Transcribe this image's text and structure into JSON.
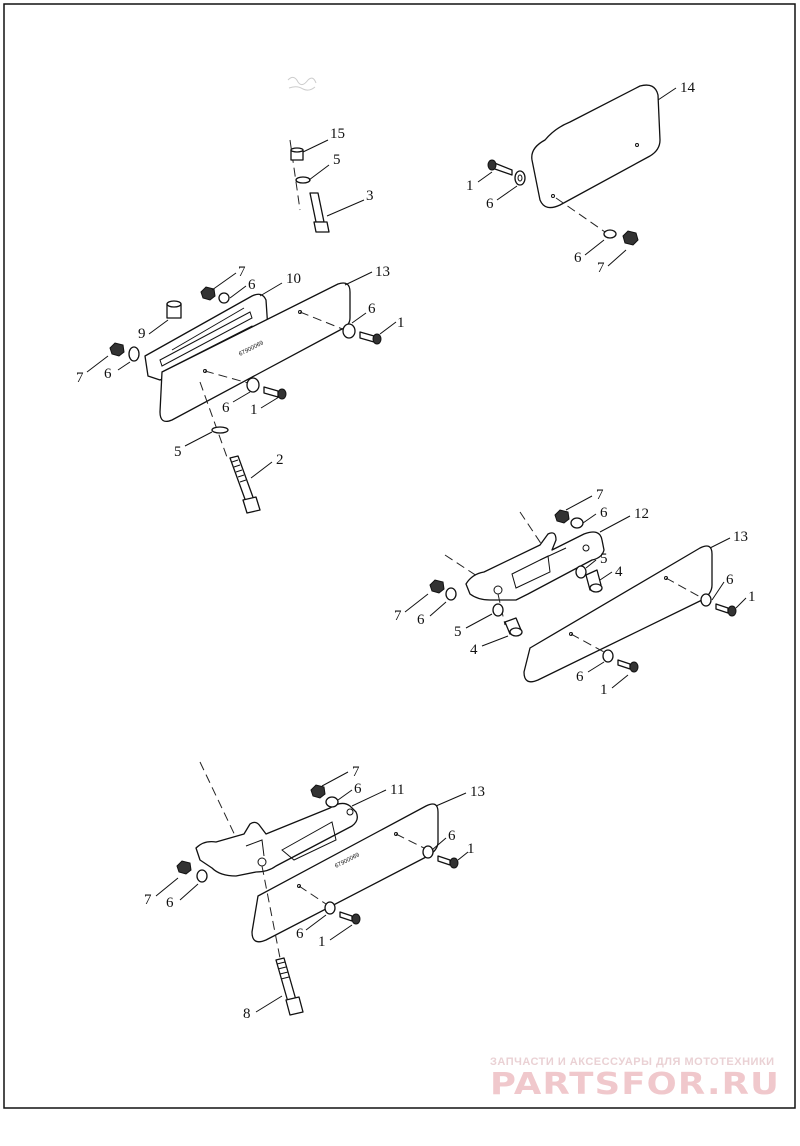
{
  "callouts": {
    "a": {
      "c15": "15",
      "c5": "5",
      "c3": "3"
    },
    "b": {
      "c14": "14",
      "c1": "1",
      "c6a": "6",
      "c6b": "6",
      "c7": "7"
    },
    "c": {
      "c7a": "7",
      "c6a": "6",
      "c10": "10",
      "c13": "13",
      "c6b": "6",
      "c1a": "1",
      "c9": "9",
      "c7b": "7",
      "c6c": "6",
      "c6d": "6",
      "c1b": "1",
      "c5": "5",
      "c2": "2",
      "stamp": "67900069"
    },
    "d": {
      "c7a": "7",
      "c6a": "6",
      "c12": "12",
      "c13": "13",
      "c5a": "5",
      "c4a": "4",
      "c6b": "6",
      "c1a": "1",
      "c7b": "7",
      "c6c": "6",
      "c5b": "5",
      "c4b": "4",
      "c6d": "6",
      "c1b": "1"
    },
    "e": {
      "c7a": "7",
      "c6a": "6",
      "c11": "11",
      "c13": "13",
      "c6b": "6",
      "c1a": "1",
      "c7b": "7",
      "c6c": "6",
      "c6d": "6",
      "c1b": "1",
      "c8": "8",
      "stamp": "67900069"
    }
  },
  "watermark": {
    "tagline": "ЗАПЧАСТИ И АКСЕССУАРЫ ДЛЯ МОТОТЕХНИКИ",
    "logo": "PARTSFOR.RU"
  }
}
